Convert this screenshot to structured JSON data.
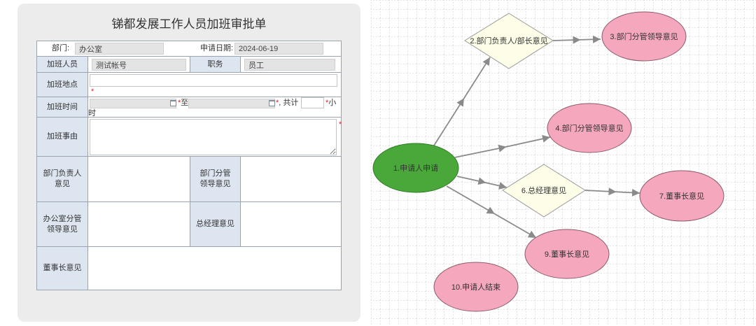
{
  "form": {
    "title": "锑都发展工作人员加班审批单",
    "required_mark": "*",
    "department": {
      "label": "部门:",
      "value": "办公室"
    },
    "apply_date": {
      "label": "申请日期:",
      "value": "2024-06-19"
    },
    "overtime_person": {
      "label": "加班人员",
      "value": "测试帐号"
    },
    "position": {
      "label": "职务",
      "value": "员工"
    },
    "location": {
      "label": "加班地点"
    },
    "overtime_time": {
      "label": "加班时间",
      "to_label": "至",
      "total_label": ", 共计",
      "unit_part1": "小",
      "unit_part2": "时"
    },
    "reason": {
      "label": "加班事由"
    },
    "opinions": {
      "dept_head": [
        "部门负责人",
        "意见"
      ],
      "dept_leader": [
        "部门分管",
        "领导意见"
      ],
      "office_leader": [
        "办公室分管",
        "领导意见"
      ],
      "general_manager": "总经理意见",
      "chairman": "董事长意见"
    },
    "colors": {
      "panel_bg": "#ececec",
      "label_cell": "#dde6f0",
      "readonly_field": "#e4e4e4",
      "required": "#e02020"
    }
  },
  "flowchart": {
    "nodes": [
      "1.申请人申请",
      "2.部门负责人/部长意见",
      "3.部门分管领导意见",
      "4.部门分管领导意见",
      "6.总经理意见",
      "7.董事长意见",
      "9.董事长意见",
      "10.申请人结束"
    ],
    "edges": [
      [
        1,
        2
      ],
      [
        2,
        3
      ],
      [
        1,
        4
      ],
      [
        1,
        6
      ],
      [
        6,
        7
      ],
      [
        1,
        9
      ]
    ],
    "colors": {
      "start_node": "#4aa83b",
      "pink_node": "#f4a7bd",
      "decision_node": "#fdfde8",
      "edge": "#8a8a8a"
    }
  }
}
